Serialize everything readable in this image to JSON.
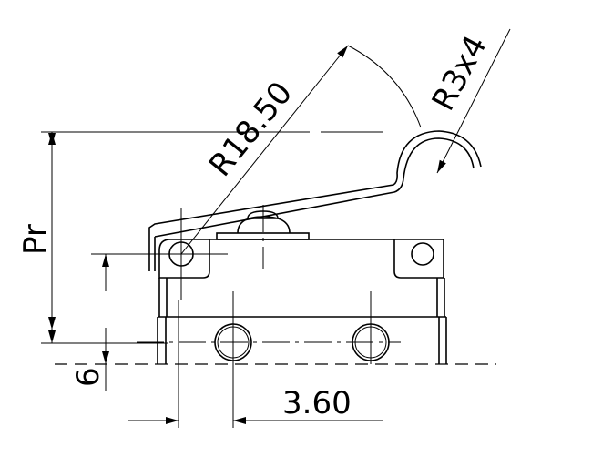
{
  "dimensions": {
    "pretravel": "Pr",
    "height": "6",
    "spacing": "3.60",
    "lever_radius": "R18.50",
    "roller": "R3x4"
  }
}
